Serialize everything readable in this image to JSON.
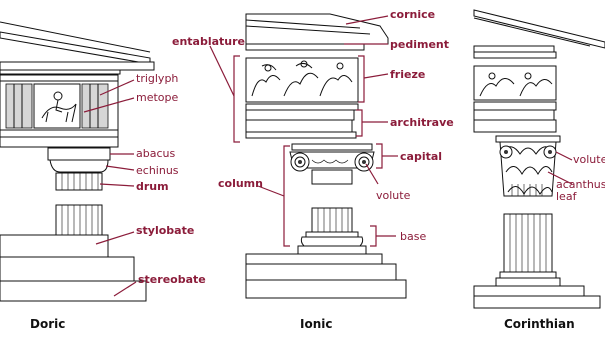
{
  "captions": {
    "doric": "Doric",
    "ionic": "Ionic",
    "corinthian": "Corinthian"
  },
  "labels": {
    "triglyph": "triglyph",
    "metope": "metope",
    "abacus": "abacus",
    "echinus": "echinus",
    "drum": "drum",
    "stylobate": "stylobate",
    "stereobate": "stereobate",
    "entablature": "entablature",
    "column": "column",
    "cornice": "cornice",
    "pediment": "pediment",
    "frieze": "frieze",
    "architrave": "architrave",
    "capital": "capital",
    "volute": "volute",
    "base": "base",
    "volute_corinthian": "volute",
    "acanthus_line1": "acanthus",
    "acanthus_line2": "leaf"
  },
  "colors": {
    "label": "#8b1c3a",
    "line": "#111111"
  }
}
